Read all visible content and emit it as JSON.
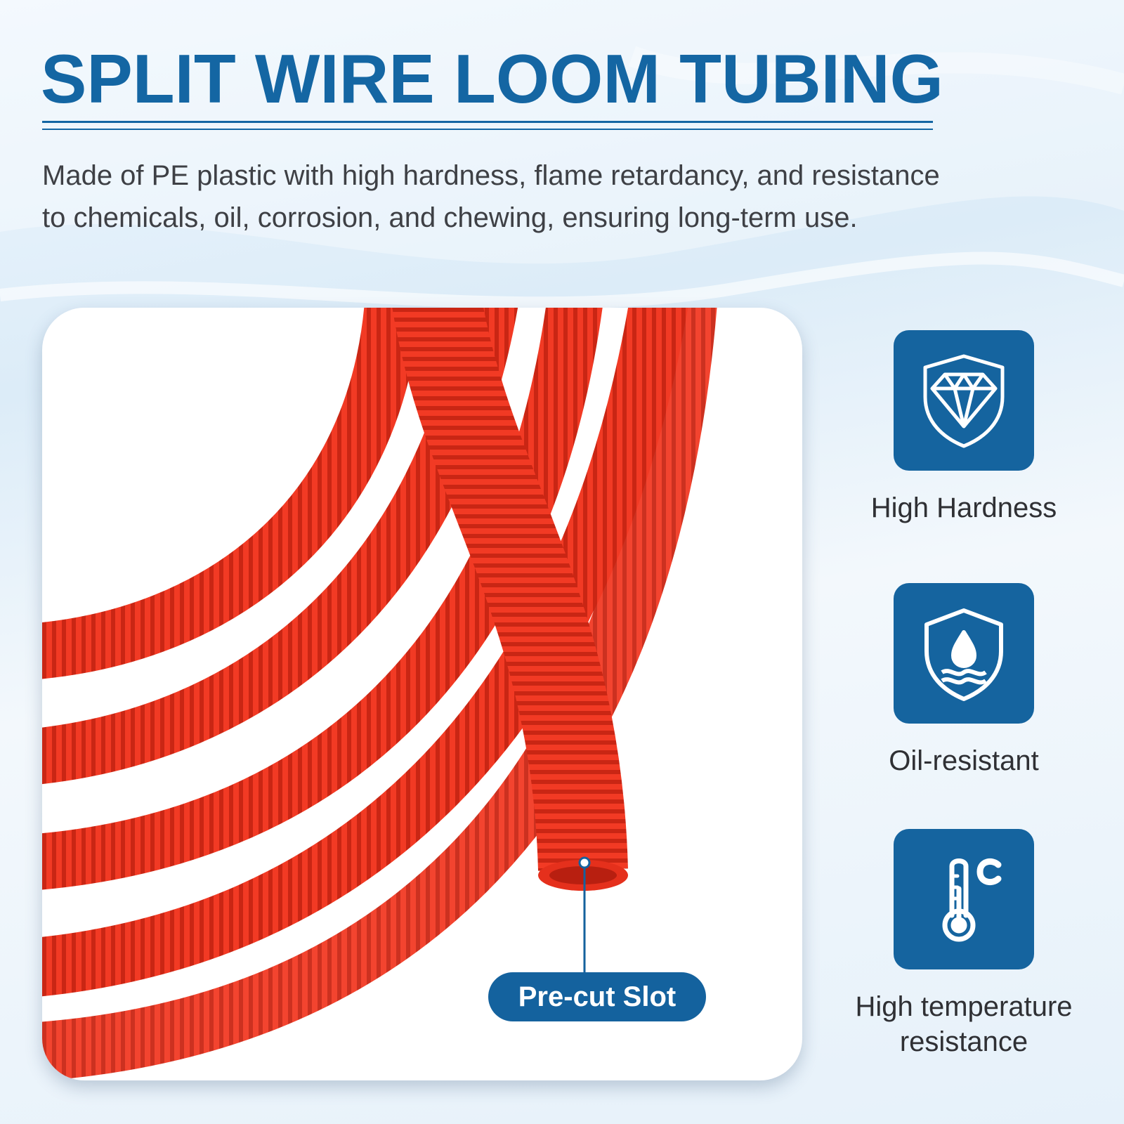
{
  "header": {
    "title": "SPLIT WIRE LOOM TUBING",
    "description": "Made of PE plastic with high hardness, flame retardancy, and resistance to chemicals, oil, corrosion, and chewing, ensuring long-term use."
  },
  "photo": {
    "callout_label": "Pre-cut Slot"
  },
  "features": [
    {
      "label": "High Hardness",
      "icon": "diamond-shield-icon"
    },
    {
      "label": "Oil-resistant",
      "icon": "oil-drop-shield-icon"
    },
    {
      "label": "High temperature resistance",
      "icon": "thermometer-celsius-icon"
    }
  ],
  "colors": {
    "brand_blue": "#1466a3",
    "tube_red": "#f23a24",
    "text_dark": "#3e4045"
  }
}
